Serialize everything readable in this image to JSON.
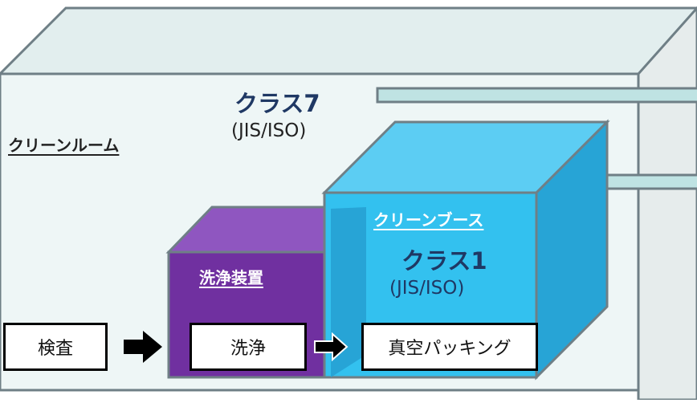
{
  "clean_room": {
    "label": "クリーンルーム",
    "class": "クラス7",
    "standard": "(JIS/ISO)"
  },
  "washer": {
    "label": "洗浄装置"
  },
  "clean_booth": {
    "label": "クリーンブース",
    "class": "クラス1",
    "standard": "(JIS/ISO)"
  },
  "process": [
    {
      "label": "検査"
    },
    {
      "label": "洗浄"
    },
    {
      "label": "真空パッキング"
    }
  ],
  "colors": {
    "room_front": "#eef6f6",
    "room_top": "#e2eeee",
    "room_side": "#e6ecec",
    "room_border": "#6f7f86",
    "duct": "#bfe3e3",
    "washer_front": "#7030a0",
    "washer_top": "#8f56c0",
    "booth_front": "#33c1ef",
    "booth_top": "#5ccdf3",
    "booth_side": "#27a4d6",
    "arrow": "#000000"
  }
}
